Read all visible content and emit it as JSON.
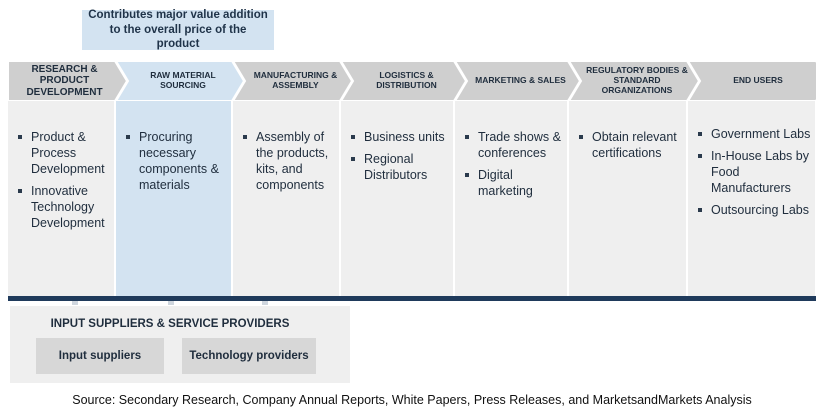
{
  "callout": "Contributes major value addition to the overall price of the product",
  "stages": [
    {
      "label": "RESEARCH & PRODUCT DEVELOPMENT",
      "items": [
        "Product & Process Development",
        "Innovative Technology Development"
      ]
    },
    {
      "label": "RAW MATERIAL SOURCING",
      "items": [
        "Procuring necessary components & materials"
      ]
    },
    {
      "label": "MANUFACTURING & ASSEMBLY",
      "items": [
        "Assembly of the products, kits, and components"
      ]
    },
    {
      "label": "LOGISTICS & DISTRIBUTION",
      "items": [
        "Business units",
        "Regional Distributors"
      ]
    },
    {
      "label": "MARKETING & SALES",
      "items": [
        "Trade shows & conferences",
        "Digital marketing"
      ]
    },
    {
      "label": "REGULATORY BODIES & STANDARD ORGANIZATIONS",
      "items": [
        "Obtain relevant certifications"
      ]
    },
    {
      "label": "END USERS",
      "items": [
        "Government Labs",
        "In-House Labs by Food Manufacturers",
        "Outsourcing Labs"
      ]
    }
  ],
  "suppliers": {
    "title": "INPUT SUPPLIERS & SERVICE PROVIDERS",
    "buttons": [
      "Input suppliers",
      "Technology providers"
    ]
  },
  "source": "Source: Secondary Research, Company Annual Reports, White Papers, Press Releases, and MarketsandMarkets Analysis",
  "colors": {
    "chevron": "#cfcfcf",
    "chevron_highlight": "#d3e3f1",
    "column_bg": "#efefef",
    "column_highlight": "#d3e3f1",
    "baseline": "#1f3a5b",
    "button_bg": "#d7d7d7"
  }
}
